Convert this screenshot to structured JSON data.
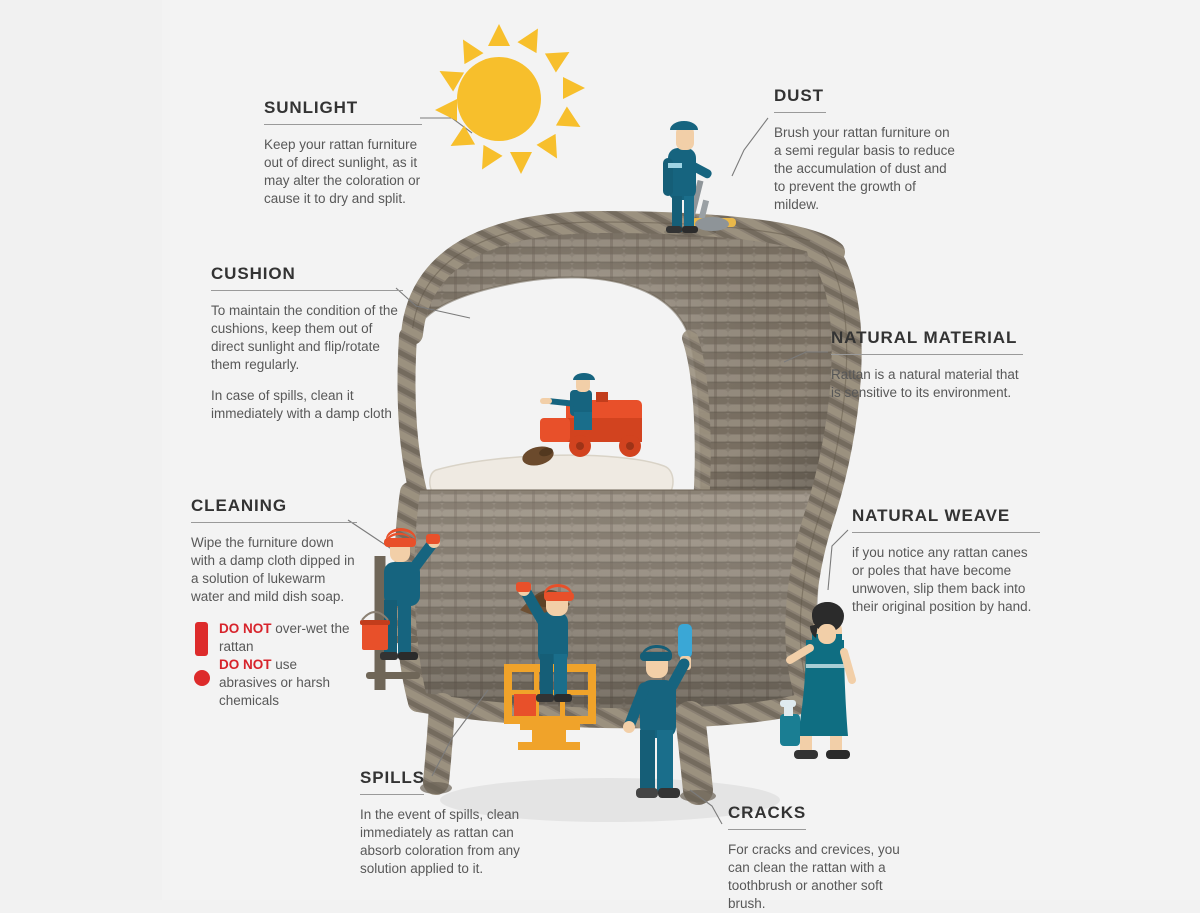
{
  "poster": {
    "background_color": "#f1f1f1",
    "accent_sun_color": "#f7bf2c",
    "heading_color": "#333333",
    "body_color": "#585858",
    "warning_color": "#d7232b",
    "worker_uniform_color": "#16647f",
    "rattan_color": "#8b7f6d"
  },
  "callouts": [
    {
      "id": "sunlight",
      "title": "SUNLIGHT",
      "paragraphs": [
        "Keep your rattan furniture out of direct sunlight, as it may alter the coloration or cause it to dry and split."
      ]
    },
    {
      "id": "dust",
      "title": "DUST",
      "paragraphs": [
        "Brush your rattan furniture on a semi regular basis to reduce the accumulation of dust and to prevent the growth of mildew."
      ]
    },
    {
      "id": "cushion",
      "title": "CUSHION",
      "paragraphs": [
        "To maintain the condition of the cushions, keep them out of direct sunlight and flip/rotate them regularly.",
        "In case of spills, clean it immediately with a damp cloth"
      ]
    },
    {
      "id": "natural-material",
      "title": "NATURAL MATERIAL",
      "paragraphs": [
        "Rattan is a natural material that is sensitive to its environment."
      ]
    },
    {
      "id": "cleaning",
      "title": "CLEANING",
      "paragraphs": [
        "Wipe the furniture down with a damp cloth dipped in a solution of lukewarm water and mild dish soap."
      ],
      "warning": {
        "icon": "exclamation-icon",
        "lines": [
          {
            "strong": "DO NOT",
            "rest": " over-wet the rattan"
          },
          {
            "strong": "DO NOT",
            "rest": " use abrasives or harsh chemicals"
          }
        ]
      }
    },
    {
      "id": "natural-weave",
      "title": "NATURAL WEAVE",
      "paragraphs": [
        "if you notice any rattan canes or poles that have become unwoven, slip them back into their original position by hand."
      ]
    },
    {
      "id": "spills",
      "title": "SPILLS",
      "paragraphs": [
        "In the event of spills, clean immediately as rattan can absorb coloration from any solution applied to it."
      ]
    },
    {
      "id": "cracks",
      "title": "CRACKS",
      "paragraphs": [
        "For cracks and crevices, you can clean the rattan with a toothbrush or another soft brush."
      ]
    }
  ],
  "illustration": {
    "subject": "rattan-armchair",
    "sun": {
      "name": "sun-icon",
      "rays": 12
    },
    "figures": [
      {
        "name": "worker-floor-polisher",
        "role": "brushing dust on chair back top"
      },
      {
        "name": "worker-red-sweeper-machine",
        "role": "cleaning the cushion"
      },
      {
        "name": "worker-climber-with-bucket",
        "role": "wiping the weave"
      },
      {
        "name": "worker-on-scissor-lift",
        "role": "cleaning a spill stain"
      },
      {
        "name": "worker-with-brush",
        "role": "scrubbing cracks on the chair leg"
      },
      {
        "name": "woman-with-spray-bottle",
        "role": "re-weaving loose canes"
      }
    ]
  }
}
